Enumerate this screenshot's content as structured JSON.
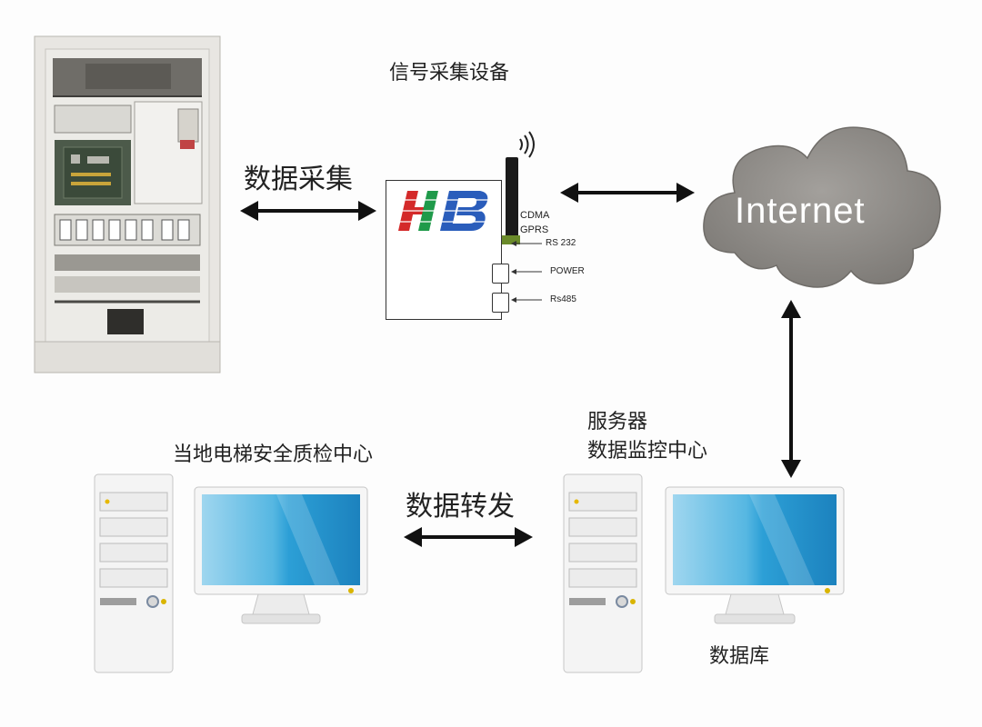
{
  "diagram": {
    "device_title": "信号采集设备",
    "collect_label": "数据采集",
    "forward_label": "数据转发",
    "local_center_label": "当地电梯安全质检中心",
    "server_label": "服务器",
    "server_monitor_label": "数据监控中心",
    "database_label": "数据库",
    "cloud_label": "Internet",
    "device": {
      "logo_text": "HB",
      "port_cdma": "CDMA",
      "port_gprs": "GPRS",
      "port_rs232": "RS 232",
      "port_power": "POWER",
      "port_rs485": "Rs485"
    }
  },
  "colors": {
    "logo_red": "#d42a2a",
    "logo_green": "#1f9a4a",
    "logo_blue": "#2a5dbb",
    "cloud": "#8d8a86",
    "screen": "#3aa4d8"
  }
}
